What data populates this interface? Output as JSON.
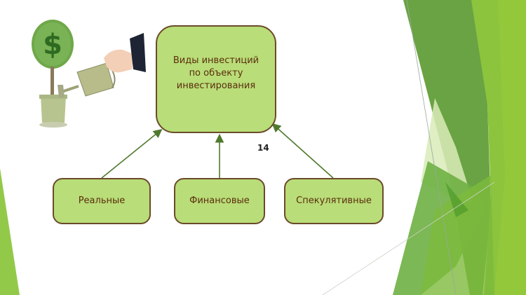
{
  "slide": {
    "slide_number": "14",
    "central_node": {
      "label": "Виды инвестиций по объекту инвестирования",
      "lines": [
        "Виды инвестиций",
        "по объекту",
        "инвестирования"
      ]
    },
    "child_nodes": [
      {
        "label": "Реальные"
      },
      {
        "label": "Финансовые"
      },
      {
        "label": "Спекулятивные"
      }
    ],
    "illustration": "money-tree-watering-icon",
    "colors": {
      "node_fill": "#b9dd78",
      "node_border": "#6b4a2a",
      "node_text": "#5a2e0e",
      "arrow": "#4f7a2e",
      "accent_dark_green": "#6aa343",
      "accent_light_green": "#8dc63f"
    }
  }
}
